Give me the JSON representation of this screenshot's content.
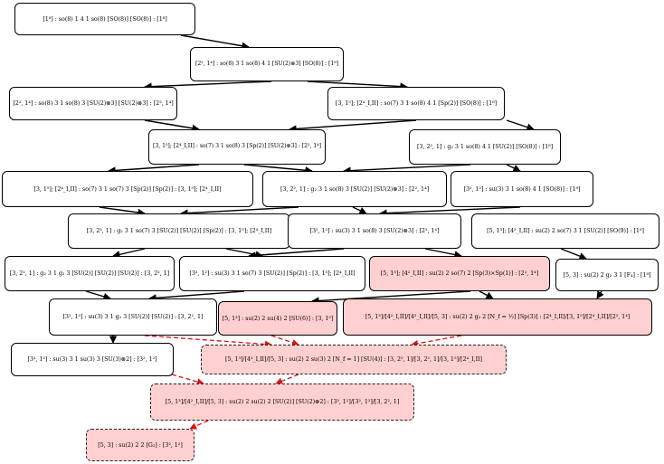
{
  "colors": {
    "highlight": "#ffd0d0",
    "edge": "#000000",
    "dashed_edge": "#dd1111"
  },
  "nodes": [
    {
      "id": "n0",
      "label": "[1⁸] : so(8) 1 4 1 so(8) [SO(8)] [SO(8)] : [1⁸]"
    },
    {
      "id": "n1",
      "label": "[2², 1⁴] : so(8) 3 1 so(8) 4 1 [SU(2)⊗3] [SO(8)] : [1⁸]"
    },
    {
      "id": "n2",
      "label": "[2², 1⁴] : so(8) 3 1 so(8) 3 [SU(2)⊗3] [SU(2)⊗3] : [2², 1⁴]"
    },
    {
      "id": "n3",
      "label": "[3, 1⁵]; [2⁴_I,II] : so(7) 3 1 so(8) 4 1 [Sp(2)] [SO(8)] : [1⁸]"
    },
    {
      "id": "n4",
      "label": "[3, 1⁵]; [2⁴_I,II] : so(7) 3 1 so(8) 3 [Sp(2)] [SU(2)⊗3] : [2², 1⁴]"
    },
    {
      "id": "n5",
      "label": "[3, 2², 1] : g₂ 3 1 so(8) 4 1 [SU(2)] [SO(8)] : [1⁸]"
    },
    {
      "id": "n6",
      "label": "[3, 1⁵]; [2⁴_I,II] : so(7) 3 1 so(7) 3 [Sp(2)] [Sp(2)] : [3, 1⁵]; [2⁴_I,II]"
    },
    {
      "id": "n7",
      "label": "[3, 2², 1] : g₂ 3 1 so(8) 3 [SU(2)] [SU(2)⊗3] : [2², 1⁴]"
    },
    {
      "id": "n8",
      "label": "[3², 1²] : su(3) 3 1 so(8) 4 1 [SO(8)] : [1⁸]"
    },
    {
      "id": "n9",
      "label": "[3, 2², 1] : g₂ 3 1 so(7) 3 [SU(2)] [SU(2)] [Sp(2)] : [3, 1⁵]; [2⁴_I,II]"
    },
    {
      "id": "n10",
      "label": "[3², 1²] : su(3) 3 1 so(8) 3 [SU(2)⊗3] : [2², 1⁴]"
    },
    {
      "id": "n11",
      "label": "[5, 1³]; [4²_I,II] : su(2) 2 so(7) 3 1 [SU(2)] [SO(9)] : [1⁸]"
    },
    {
      "id": "n12",
      "label": "[3, 2², 1] : g₂ 3 1 g₂ 3 [SU(2)] [SU(2)] [SU(2)] : [3, 2², 1]"
    },
    {
      "id": "n13",
      "label": "[3², 1²] : su(3) 3 1 so(7) 3 [SU(2)] [Sp(2)] : [3, 1⁵]; [2⁴_I,II]"
    },
    {
      "id": "n14",
      "label": "[5, 1³]; [4²_I,II] : su(2) 2 so(7) 2 [Sp(3)×Sp(1)] : [2², 1⁴]"
    },
    {
      "id": "n15",
      "label": "[5, 3] : su(2) 2 g₂ 3 1 [F₄] : [1⁸]"
    },
    {
      "id": "n16",
      "label": "[3², 1²] : su(3) 3 1 g₂ 3 [SU(2)] [SU(2)] : [3, 2², 1]"
    },
    {
      "id": "n17",
      "label": "[5, 1³] : su(2) 2 su(4) 2 [SU(6)] : [3, 1⁵]"
    },
    {
      "id": "n18",
      "label": "[5, 1³]/[4²_I,II]/[4²_I,II]/[5, 3] : su(2) 2 g₂ 2 [N_f = ½] [Sp(3)] : [2⁴_I,II]/[3, 1⁵]/[2⁴_I,II]/[2², 1⁴]"
    },
    {
      "id": "n19",
      "label": "[3², 1²] : su(3) 3 1 su(3) 3 [SU(3)⊗2] : [3², 1²]"
    },
    {
      "id": "n20",
      "label": "[5, 1³]/[4²_I,II]/[5, 3] : su(2) 2 su(3) 2 [N_f = 1] [SU(4)] : [3, 2², 1]/[3, 2², 1]/[3, 1⁵]/[2⁴_I,II]"
    },
    {
      "id": "n21",
      "label": "[5, 1³]/[4²_I,II]/[5, 3] : su(2) 2 su(2) 2 [SU(2)] [SU(2)⊗2] : [3², 1²]/[3², 1²]/[3, 2², 1]"
    },
    {
      "id": "n22",
      "label": "[5, 3] : su(2) 2 2 [G₂] : [3², 1²]"
    }
  ]
}
